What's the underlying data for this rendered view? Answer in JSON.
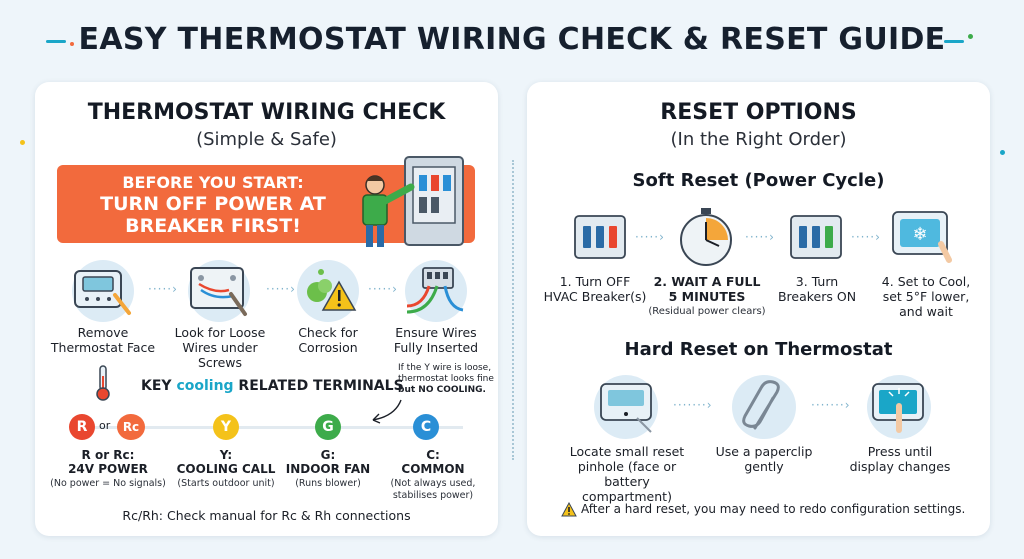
{
  "title": "EASY THERMOSTAT WIRING CHECK & RESET GUIDE",
  "left": {
    "heading": "THERMOSTAT WIRING CHECK",
    "subheading": "(Simple & Safe)",
    "warning": {
      "line1": "BEFORE YOU START:",
      "line2": "TURN OFF POWER AT",
      "line3": "BREAKER FIRST!"
    },
    "steps": [
      {
        "line1": "Remove",
        "line2": "Thermostat Face"
      },
      {
        "line1": "Look for Loose",
        "line2": "Wires under Screws"
      },
      {
        "line1": "Check for",
        "line2": "Corrosion"
      },
      {
        "line1": "Ensure Wires",
        "line2": "Fully Inserted"
      }
    ],
    "terminals_heading": {
      "pre": "KEY ",
      "highlight": "cooling",
      "post": " RELATED TERMINALS"
    },
    "callout": {
      "line1": "If the Y wire is loose,",
      "line2": "thermostat looks fine",
      "line3": "but NO COOLING."
    },
    "terminals": [
      {
        "badge": "R",
        "badge2": "Rc",
        "or": "or",
        "title1": "R or Rc:",
        "title2": "24V POWER",
        "sub1": "(No power = No signals)",
        "sub2": "",
        "color": "#e9472f"
      },
      {
        "badge": "Y",
        "title1": "Y:",
        "title2": "COOLING CALL",
        "sub1": "(Starts outdoor unit)",
        "sub2": "",
        "color": "#f4c21a"
      },
      {
        "badge": "G",
        "title1": "G:",
        "title2": "INDOOR FAN",
        "sub1": "(Runs blower)",
        "sub2": "",
        "color": "#3dab4a"
      },
      {
        "badge": "C",
        "title1": "C:",
        "title2": "COMMON",
        "sub1": "(Not always used,",
        "sub2": "stabilises power)",
        "color": "#2a8fd6"
      }
    ],
    "footer": "Rc/Rh: Check manual for Rc & Rh connections"
  },
  "right": {
    "heading": "RESET OPTIONS",
    "subheading": "(In the Right Order)",
    "soft_heading": "Soft Reset (Power Cycle)",
    "soft_steps": [
      {
        "line1": "1. Turn OFF",
        "line2": "HVAC Breaker(s)",
        "line3": ""
      },
      {
        "line1": "2. WAIT A FULL",
        "line2": "5 MINUTES",
        "line3": "(Residual power clears)"
      },
      {
        "line1": "3. Turn",
        "line2": "Breakers ON",
        "line3": ""
      },
      {
        "line1": "4. Set to Cool,",
        "line2": "set 5°F lower,",
        "line3": "and wait"
      }
    ],
    "hard_heading": "Hard Reset on Thermostat",
    "hard_steps": [
      {
        "line1": "Locate small reset",
        "line2": "pinhole (face or",
        "line3": "battery compartment)"
      },
      {
        "line1": "Use a paperclip",
        "line2": "gently",
        "line3": ""
      },
      {
        "line1": "Press until",
        "line2": "display changes",
        "line3": ""
      }
    ],
    "footer": "After a hard reset, you may need to redo configuration settings."
  },
  "colors": {
    "warning_bg": "#f26a3d",
    "accent_cyan": "#1aa6c8",
    "background": "#eef5fa"
  }
}
